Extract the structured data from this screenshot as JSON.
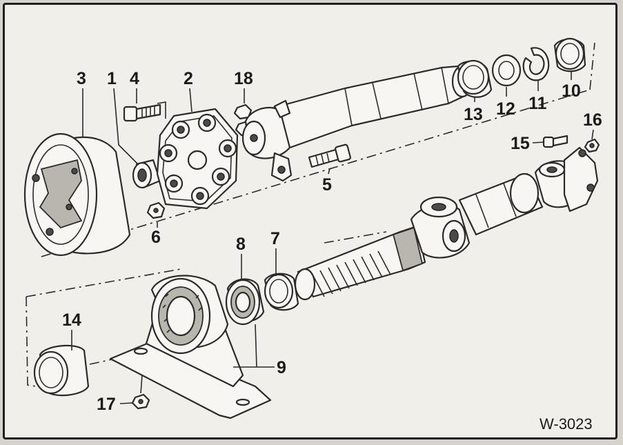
{
  "figure_ref": "W-3023",
  "labels": {
    "p1": "1",
    "p2": "2",
    "p3": "3",
    "p4": "4",
    "p5": "5",
    "p6": "6",
    "p7": "7",
    "p8": "8",
    "p9": "9",
    "p10": "10",
    "p11": "11",
    "p12": "12",
    "p13": "13",
    "p14": "14",
    "p15": "15",
    "p16": "16",
    "p17": "17",
    "p18": "18"
  }
}
